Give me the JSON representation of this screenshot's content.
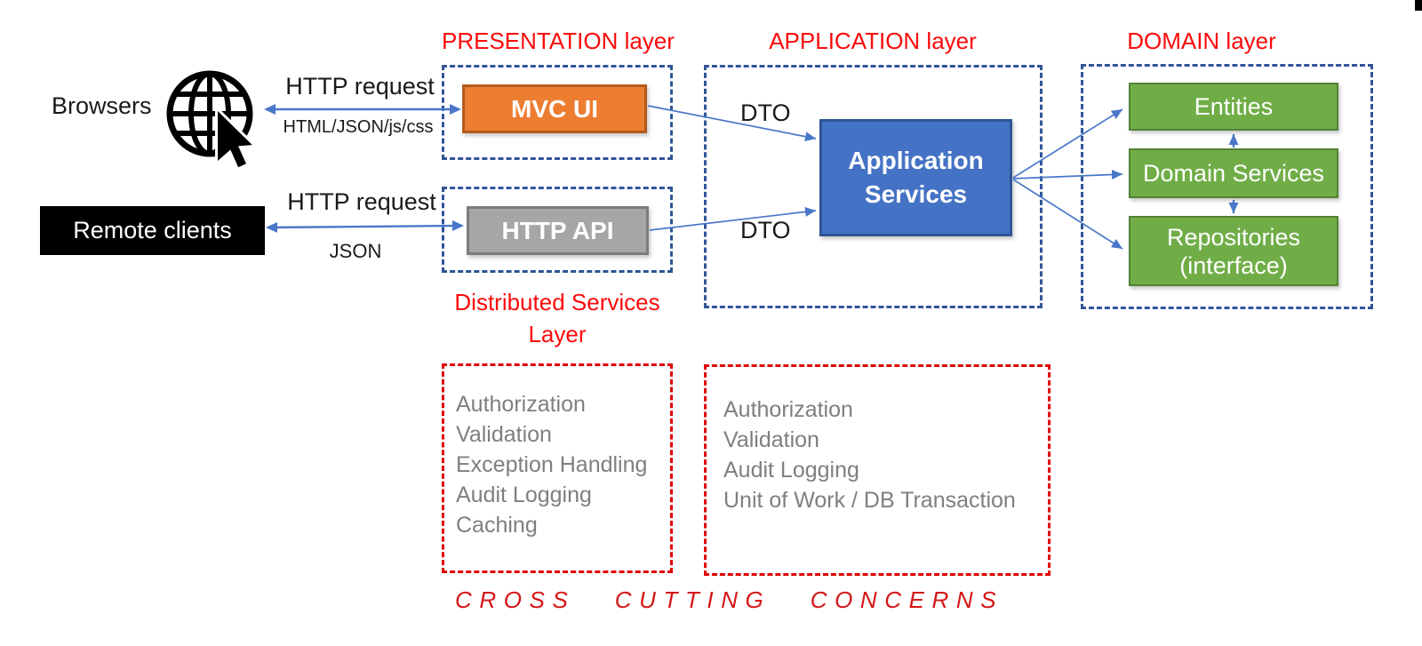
{
  "clients": {
    "browsers_label": "Browsers",
    "remote_clients_label": "Remote clients"
  },
  "connections": {
    "browser_http": {
      "label_top": "HTTP request",
      "label_bottom": "HTML/JSON/js/css"
    },
    "remote_http": {
      "label_top": "HTTP request",
      "label_bottom": "JSON"
    },
    "dto_top_label": "DTO",
    "dto_bottom_label": "DTO"
  },
  "layers": {
    "presentation": {
      "title": "PRESENTATION layer",
      "box_label": "MVC UI"
    },
    "distributed_services": {
      "title_line1": "Distributed Services",
      "title_line2": "Layer",
      "box_label": "HTTP API"
    },
    "application": {
      "title": "APPLICATION layer",
      "box_label": "Application Services"
    },
    "domain": {
      "title": "DOMAIN layer",
      "boxes": [
        {
          "label": "Entities"
        },
        {
          "label": "Domain Services"
        },
        {
          "label": "Repositories (interface)"
        }
      ]
    }
  },
  "cross_cutting": {
    "distributed_concerns": [
      "Authorization",
      "Validation",
      "Exception Handling",
      "Audit Logging",
      "Caching"
    ],
    "application_concerns": [
      "Authorization",
      "Validation",
      "Audit Logging",
      "Unit of Work / DB Transaction"
    ],
    "footer": "CROSS CUTTING CONCERNS"
  },
  "colors": {
    "title_red": "#fb0b0b",
    "dashed_red": "#e00000",
    "footer_red": "#d41616",
    "dashed_blue": "#2f5597",
    "arrow_blue": "#4977c9",
    "box_orange": "#ed7d31",
    "box_gray": "#a6a6a6",
    "box_blue": "#4472c4",
    "box_green": "#70ad47",
    "list_gray": "#7f7f7f"
  }
}
